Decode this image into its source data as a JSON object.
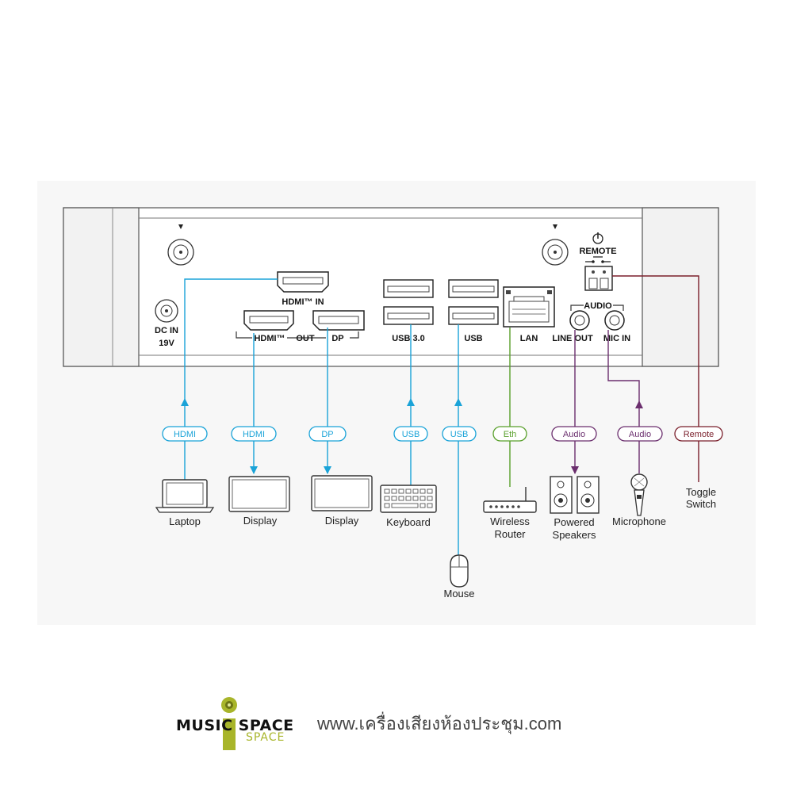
{
  "panel": {
    "ports": {
      "dc_in": [
        "DC IN",
        "19V"
      ],
      "hdmi_in": "HDMI™ IN",
      "hdmi_out": "HDMI™",
      "out": "OUT",
      "dp": "DP",
      "usb30": "USB 3.0",
      "usb": "USB",
      "lan": "LAN",
      "remote": "REMOTE",
      "audio": "AUDIO",
      "line_out": "LINE OUT",
      "mic_in": "MIC IN"
    }
  },
  "connections": [
    {
      "tag": "HDMI",
      "device": [
        "Laptop"
      ],
      "color": "#1aa3d8"
    },
    {
      "tag": "HDMI",
      "device": [
        "Display"
      ],
      "color": "#1aa3d8"
    },
    {
      "tag": "DP",
      "device": [
        "Display"
      ],
      "color": "#1aa3d8"
    },
    {
      "tag": "USB",
      "device": [
        "Keyboard"
      ],
      "color": "#1aa3d8"
    },
    {
      "tag": "USB",
      "device": [
        "Mouse"
      ],
      "color": "#1aa3d8"
    },
    {
      "tag": "Eth",
      "device": [
        "Wireless",
        "Router"
      ],
      "color": "#5aa02c"
    },
    {
      "tag": "Audio",
      "device": [
        "Powered",
        "Speakers"
      ],
      "color": "#6b2f6e"
    },
    {
      "tag": "Audio",
      "device": [
        "Microphone"
      ],
      "color": "#6b2f6e"
    },
    {
      "tag": "Remote",
      "device": [
        "Toggle",
        "Switch"
      ],
      "color": "#7a1f2b"
    }
  ],
  "footer": {
    "brand_top": "MUSIC SPACE",
    "brand_bottom": "SPACE",
    "website": "www.เครื่องเสียงห้องประชุม.com",
    "brand_color": "#a8b52a"
  }
}
